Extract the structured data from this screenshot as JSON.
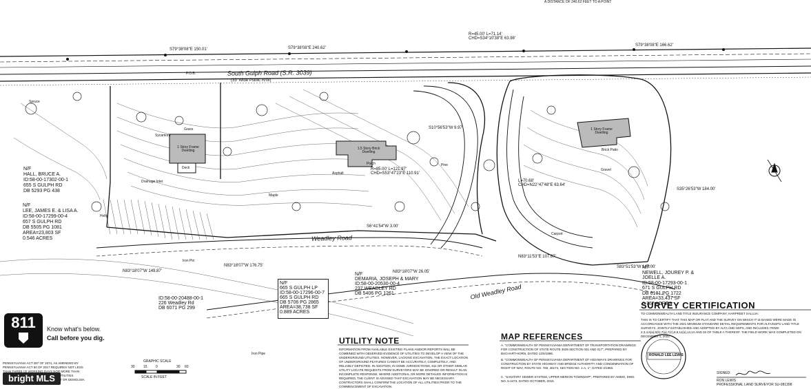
{
  "header_note": "A DISTANCE OF 240.62 FEET TO A POINT",
  "road_labels": {
    "south_gulph": "South Gulph Road (S.R. 3039)",
    "south_gulph_sub": "(33' Wide Public R/W)",
    "weadley": "Weadley Road",
    "old_weadley": "Old Weadley Road"
  },
  "courses": [
    "S79°38'08\"E 150.01'",
    "S79°38'08\"E 240.62'",
    "R=45.00' L=71.14' CHD=S34°10'38\"E 63.98'",
    "S79°38'08\"E 166.62'",
    "S10°56'53\"W 9.97'",
    "S35°26'53\"W 184.00'",
    "N83°18'07\"W 149.87'",
    "N83°18'07\"W 176.75'",
    "S6°41'54\"W 3.00'",
    "N83°18'07\"W 26.05'",
    "N83°11'53\"E 107.67'",
    "S83°51'53\"W 147.00'",
    "R=85.00' L=121.97' CHD=S53°47'23\"E 110.91'",
    "L=70.68' CHD=N22°47'48\"E 63.64'"
  ],
  "owners": [
    {
      "id": "hall",
      "lines": [
        "N/F",
        "HALL, BRUCE A.",
        "ID:58-00-17302-00-1",
        "655 S GULPH RD",
        "DB 5293 PG 438"
      ]
    },
    {
      "id": "lee",
      "lines": [
        "N/F",
        "LEE, JAMES E. & LISA A.",
        "ID:58-00-17299-00-4",
        "657 S GULPH RD",
        "DB 5505 PG 1081",
        "AREA=23,803 SF",
        "0.546 ACRES"
      ]
    },
    {
      "id": "weadley226",
      "lines": [
        "ID:58-00-20488-00-1",
        "226 Weadley Rd",
        "DB 6071 PG 299"
      ]
    },
    {
      "id": "gulph665",
      "lines": [
        "N/F",
        "665 S GULPH LP",
        "ID:58-00-17296-00-7",
        "665 S GULPH RD",
        "DB 5706 PG 2865",
        "AREA=38,738 SF",
        "0.889 ACRES"
      ]
    },
    {
      "id": "demaria",
      "lines": [
        "N/F",
        "DEMARIA, JOSEPH & MARY",
        "ID:58-00-20530-00-4",
        "237 WEADLEY RD",
        "DB 5406 PG 1261"
      ]
    },
    {
      "id": "newell",
      "lines": [
        "N/F",
        "NEWELL, JOUREY P. &",
        "JOELLE A.",
        "ID:58-00-17293-00-1",
        "671 S GULPH RD",
        "DB 6101 PG 1722",
        "AREA=33,437 SF",
        "0.767 ACRES"
      ]
    }
  ],
  "dwellings": [
    "1 Story Frame Dwelling",
    "1.5 Story Brick Dwelling",
    "1 Story Frame Dwelling"
  ],
  "misc_labels": [
    "Deck",
    "Porch",
    "Asphalt",
    "Grass",
    "Gravel",
    "Carport",
    "Brick Patio",
    "Drainage Inlet",
    "Iron Pin",
    "Iron Pipe",
    "P.O.B.",
    "Sycamore",
    "Maple",
    "Pine",
    "Spruce",
    "Holly"
  ],
  "brand811": {
    "number": "811",
    "line1": "Know what's below.",
    "line2": "Call before you dig."
  },
  "scale": {
    "title": "GRAPHIC SCALE",
    "ticks": [
      "30",
      "15",
      "0",
      "30",
      "60"
    ],
    "units": "SCALE IN FEET"
  },
  "utility_note": {
    "title": "UTILITY NOTE",
    "body": "INFORMATION FROM AVAILABLE EXISTING PLANS AND/OR REPORTS WILL BE COMBINED WITH OBSERVED EVIDENCE OF UTILITIES TO DEVELOP A VIEW OF THE UNDERGROUND UTILITIES. HOWEVER, LACKING EXCAVATION, THE EXACT LOCATION OF UNDERGROUND FEATURES CANNOT BE ACCURATELY, COMPLETELY, AND RELIABLY DEPICTED. IN ADDITION, IN SOME JURISDICTIONS, 811 OR OTHER SIMILAR UTILITY LOCATE REQUESTS FROM SURVEYORS MAY BE IGNORED OR RESULT IN AN INCOMPLETE RESPONSE. WHERE ADDITIONAL OR MORE DETAILED INFORMATION IS REQUIRED, THE CLIENT IS ADVISED THAT EXCAVATION MAY BE NECESSARY. CONTRACTORS SHALL CONFIRM THE LOCATION OF ALL UTILITIES PRIOR TO THE COMMENCEMENT OF EXCAVATION."
  },
  "map_references": {
    "title": "MAP REFERENCES",
    "items": [
      "A. \"COMMONWEALTH OF PENNSYLVANIA DEPARTMENT OF TRANSPORTATION DRAWINGS FOR CONSTRUCTION OF STATE ROUTE 3039 SECTION 001 AND 017\", PREPARED BY BUCHART-HORN, DATED 12/5/1986.",
      "B. \"COMMONWEALTH OF PENNSYLVANIA DEPARTMENT OF HIGHWAYS DRAWINGS FOR CONSTRUCTION BY STATE HIGHWAY AND BRIDGE AUTHORITY AND CONDEMNATION OF RIGHT OF WAY, ROUTE NO. 769, 46174, SECTION NO. 1-A, 1\", DATED 2/1960.",
      "C. \"SANITARY SEWER SYSTEM, UPPER MERION TOWNSHIP\", PREPARED BY AMMO, DWG NO. 5-4473, DATED OCTOBER, 2015."
    ]
  },
  "certification": {
    "title": "SURVEY CERTIFICATION",
    "to_line": "TO COMMONWEALTH LAND TITLE INSURANCE COMPANY; HARPREET SALUJA:",
    "body": "THIS IS TO CERTIFY THAT THIS MAP OR PLAT AND THE SURVEY ON WHICH IT IS BASED WERE MADE IN ACCORDANCE WITH THE 2021 MINIMUM STANDARD DETAIL REQUIREMENTS FOR ALTA/NSPS LAND TITLE SURVEYS, JOINTLY ESTABLISHED AND ADOPTED BY ALTA AND NSPS, AND INCLUDES ITEMS 2,3,4,6(a),6(b),7(a),7(c),8,9,11(a),13,14 AND 16 OF TABLE A THEREOF. THE FIELD WORK WAS COMPLETED ON DECEMBER 1, 2022.",
    "seal_name": "RONALD LEE LEWIS",
    "signed_label": "SIGNED:",
    "surveyor_name": "RON LEWIS",
    "surveyor_title": "PROFESSIONAL LAND SURVEYOR SU-081398"
  },
  "footer_note": "PENNSYLVANIA ACT 287 OF 1974, AS AMENDED BY PENNSYLVANIA ACT 50 OF 2017 REQUIRES NOT LESS THAN THREE (3) WORKING DAYS NOR MORE THAN TEN (10) WORKING DAYS NOTICE TO UTILITIES BEFORE YOU EXCAVATE, DRILL, BLAST OR DEMOLISH.",
  "watermark": "bright MLS"
}
